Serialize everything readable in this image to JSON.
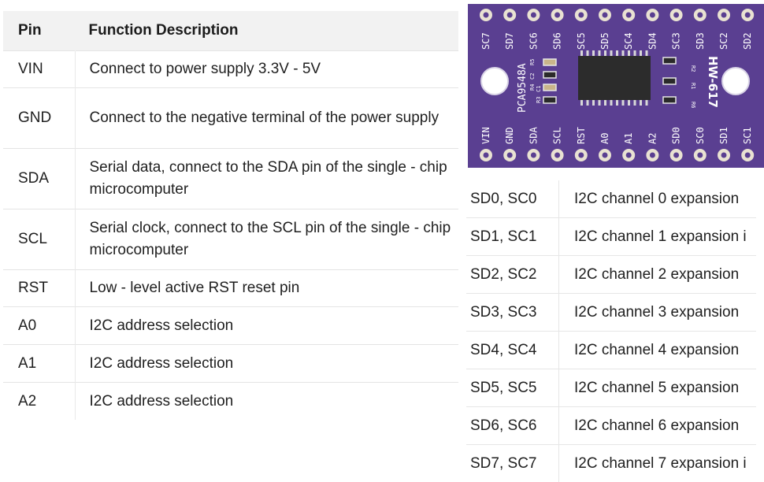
{
  "left_table": {
    "headers": {
      "pin": "Pin",
      "function": "Function Description"
    },
    "rows": [
      {
        "pin": "VIN",
        "desc": "Connect to power supply 3.3V - 5V"
      },
      {
        "pin": "GND",
        "desc": "Connect to the negative terminal of the power supply"
      },
      {
        "pin": "SDA",
        "desc": "Serial data, connect to the SDA pin of the single - chip microcomputer"
      },
      {
        "pin": "SCL",
        "desc": "Serial clock, connect to the SCL pin of the single - chip microcomputer"
      },
      {
        "pin": "RST",
        "desc": "Low - level active RST reset pin"
      },
      {
        "pin": "A0",
        "desc": "I2C address selection"
      },
      {
        "pin": "A1",
        "desc": "I2C address selection"
      },
      {
        "pin": "A2",
        "desc": "I2C address selection"
      }
    ]
  },
  "board": {
    "color": "#5a3f91",
    "model": "HW-617",
    "chip_name": "PCA9548A",
    "top_pins": [
      "SC7",
      "SD7",
      "SC6",
      "SD6",
      "SC5",
      "SD5",
      "SC4",
      "SD4",
      "SC3",
      "SD3",
      "SC2",
      "SD2"
    ],
    "bottom_pins": [
      "VIN",
      "GND",
      "SDA",
      "SCL",
      "RST",
      "A0",
      "A1",
      "A2",
      "SD0",
      "SC0",
      "SD1",
      "SC1"
    ],
    "left_components": [
      "R5",
      "C2",
      "R4",
      "R3",
      "C1"
    ],
    "right_components": [
      "R2",
      "R1",
      "R6"
    ]
  },
  "right_table": {
    "rows": [
      {
        "pin": "SD0, SC0",
        "desc": "I2C channel 0 expansion"
      },
      {
        "pin": "SD1, SC1",
        "desc": "I2C channel 1 expansion i"
      },
      {
        "pin": "SD2, SC2",
        "desc": "I2C channel 2 expansion"
      },
      {
        "pin": "SD3, SC3",
        "desc": "I2C channel 3 expansion"
      },
      {
        "pin": "SD4, SC4",
        "desc": "I2C channel 4 expansion"
      },
      {
        "pin": "SD5, SC5",
        "desc": "I2C channel 5 expansion"
      },
      {
        "pin": "SD6, SC6",
        "desc": "I2C channel 6 expansion"
      },
      {
        "pin": "SD7, SC7",
        "desc": "I2C channel 7 expansion i"
      }
    ]
  }
}
